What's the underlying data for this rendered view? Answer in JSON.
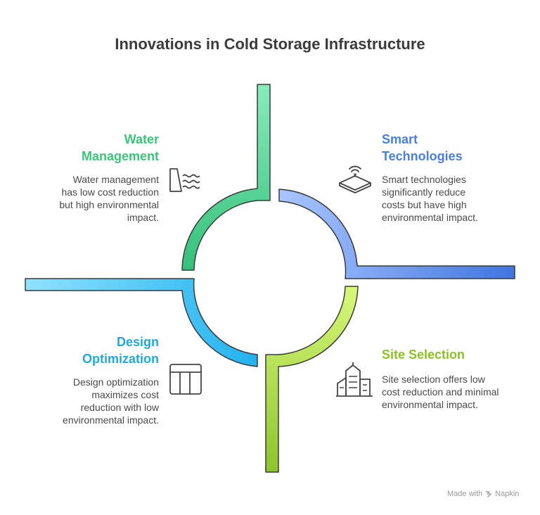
{
  "title": "Innovations in Cold Storage Infrastructure",
  "sections": {
    "water": {
      "heading_line1": "Water",
      "heading_line2": "Management",
      "desc_lines": [
        "Water management",
        "has low cost reduction",
        "but high environmental",
        "impact."
      ],
      "color": "#3cc47a"
    },
    "smart": {
      "heading_line1": "Smart",
      "heading_line2": "Technologies",
      "desc_lines": [
        "Smart technologies",
        "significantly reduce",
        "costs but have high",
        "environmental impact."
      ],
      "color": "#4a7fe0"
    },
    "design": {
      "heading_line1": "Design",
      "heading_line2": "Optimization",
      "desc_lines": [
        "Design optimization",
        "maximizes cost",
        "reduction with low",
        "environmental impact."
      ],
      "color": "#22a9d8"
    },
    "site": {
      "heading_line1": "Site Selection",
      "desc_lines": [
        "Site selection offers low",
        "cost reduction and minimal",
        "environmental impact."
      ],
      "color": "#8cbf2a"
    }
  },
  "footer": {
    "made_with": "Made with",
    "brand": "Napkin"
  }
}
